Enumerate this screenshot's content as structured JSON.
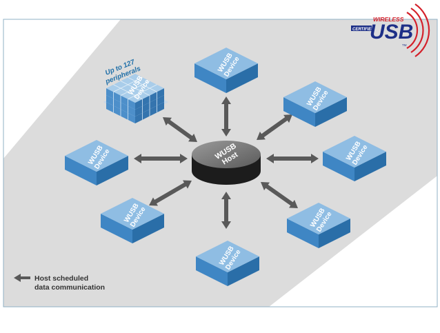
{
  "logo": {
    "wireless": "WIRELESS",
    "certified": "CERTIFIED",
    "usb": "USB",
    "tm": "TM"
  },
  "host": {
    "line1": "WUSB",
    "line2": "Host"
  },
  "devices": [
    {
      "id": "top",
      "line1": "WUSB",
      "line2": "Device"
    },
    {
      "id": "top-right",
      "line1": "WUSB",
      "line2": "Device"
    },
    {
      "id": "right",
      "line1": "WUSB",
      "line2": "Device"
    },
    {
      "id": "bottom-right",
      "line1": "WUSB",
      "line2": "Device"
    },
    {
      "id": "bottom",
      "line1": "WUSB",
      "line2": "Device"
    },
    {
      "id": "bottom-left",
      "line1": "WUSB",
      "line2": "Device"
    },
    {
      "id": "left",
      "line1": "WUSB",
      "line2": "Device"
    }
  ],
  "stack": {
    "line1": "WUSB",
    "line2": "Device",
    "note_line1": "Up to 127",
    "note_line2": "peripherals"
  },
  "legend": {
    "line1": "Host scheduled",
    "line2": "data communication"
  },
  "colors": {
    "background_band": "#dcdcdc",
    "frame": "#8fb0c4",
    "device_top": "#8fbde3",
    "device_left": "#3f86c4",
    "device_right": "#2a6ea8",
    "host_top": "#7c7c7c",
    "host_side": "#1c1c1c",
    "arrow": "#595959",
    "logo_blue": "#1d2f87",
    "logo_red": "#d4202a"
  }
}
